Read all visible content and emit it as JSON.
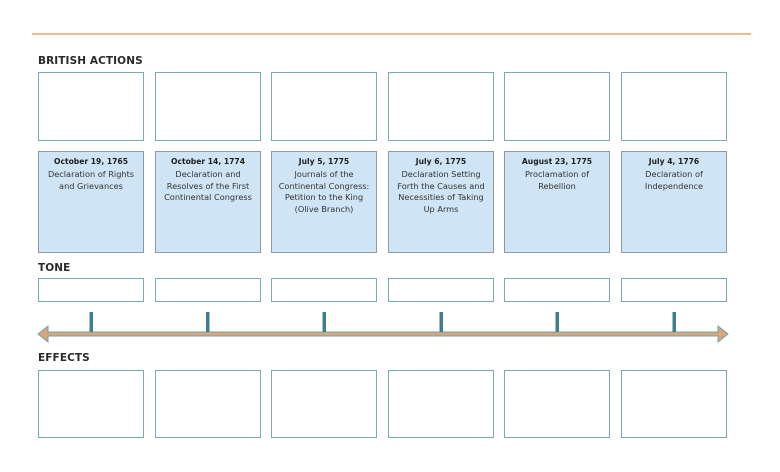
{
  "sections": {
    "british_actions": "BRITISH ACTIONS",
    "tone": "TONE",
    "effects": "EFFECTS"
  },
  "events": [
    {
      "date": "October 19, 1765",
      "title": "Declaration of Rights and Grievances"
    },
    {
      "date": "October 14, 1774",
      "title": "Declaration and Resolves of the First Continental Congress"
    },
    {
      "date": "July 5, 1775",
      "title": "Journals of the Continental Congress: Petition to the King (Olive Branch)"
    },
    {
      "date": "July 6, 1775",
      "title": "Declaration Setting Forth the Causes and Necessities of Taking Up Arms"
    },
    {
      "date": "August 23, 1775",
      "title": "Proclamation of Rebellion"
    },
    {
      "date": "July 4, 1776",
      "title": "Declaration of Independence"
    }
  ],
  "colors": {
    "rule": "#f4b98f",
    "box_border": "#79aab3",
    "card_fill": "#cfe5f5",
    "card_border": "#8c9aa2",
    "arrow_fill": "#d9a57a",
    "arrow_outline": "#6fa3ae",
    "tick": "#3e7f8c"
  }
}
